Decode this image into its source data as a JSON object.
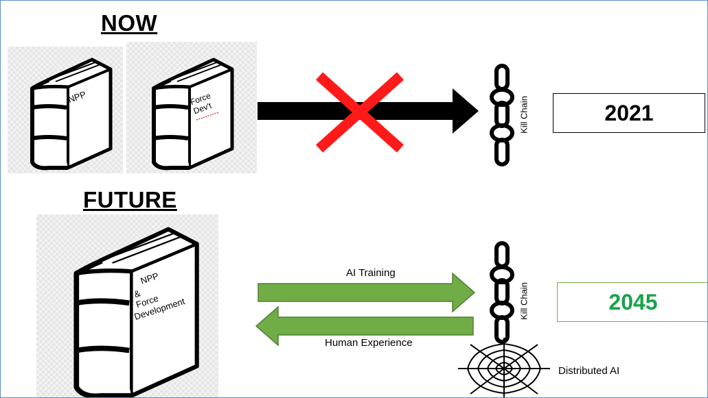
{
  "now_section": {
    "heading": "NOW",
    "book1_label": "NPP",
    "book2_label_line1": "Force",
    "book2_label_line2": "Dev't",
    "blocked_arrow": {
      "color": "#000000",
      "cross_color": "#ff1a1a"
    },
    "chain_label": "Kill Chain",
    "year": "2021",
    "year_color": "#000000"
  },
  "future_section": {
    "heading": "FUTURE",
    "book_label_line1": "NPP",
    "book_label_line2": "&",
    "book_label_line3": "Force",
    "book_label_line4": "Development",
    "arrow_right_label": "AI Training",
    "arrow_left_label": "Human Experience",
    "arrow_color": "#70ad47",
    "chain_label": "Kill Chain",
    "web_label": "Distributed AI",
    "year": "2045",
    "year_color": "#1aa34a"
  },
  "frame_color": "#5b8fc9"
}
